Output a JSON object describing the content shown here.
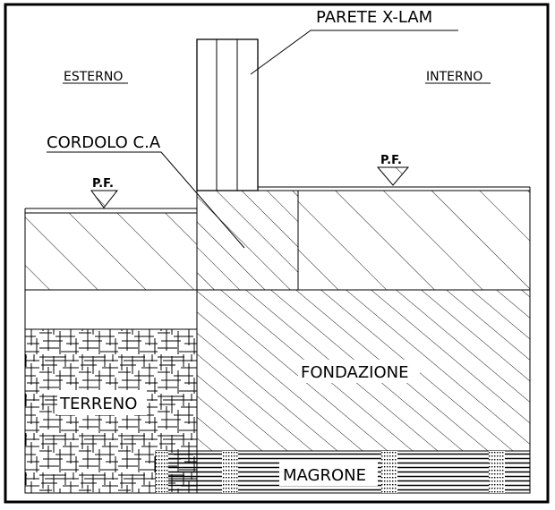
{
  "labels": {
    "parete": "PARETE  X-LAM",
    "esterno": "ESTERNO",
    "interno": "INTERNO",
    "cordolo": "CORDOLO C.A",
    "pf_left": "P.F.",
    "pf_right": "P.F.",
    "fondazione": "FONDAZIONE",
    "terreno": "TERRENO",
    "magrone": "MAGRONE"
  }
}
